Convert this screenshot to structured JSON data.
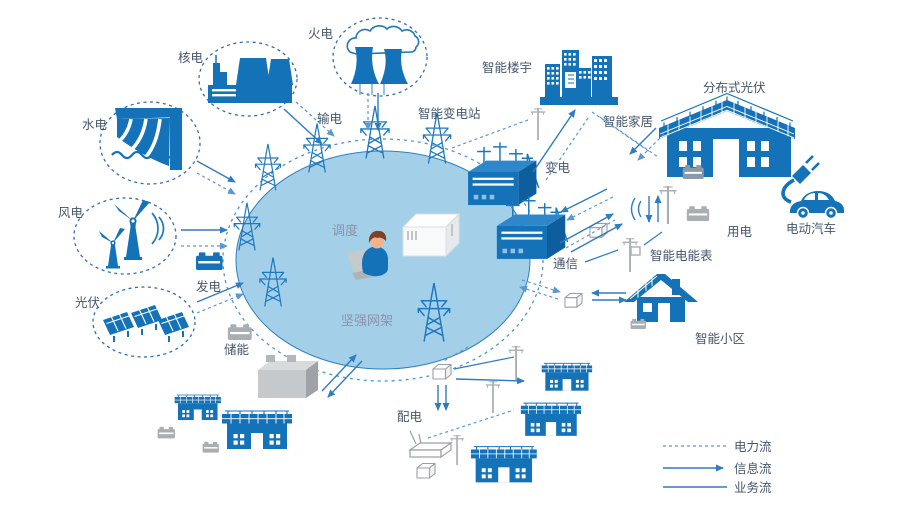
{
  "diagram": {
    "labels": {
      "hydro": "水电",
      "nuclear": "核电",
      "thermal": "火电",
      "wind": "风电",
      "pv": "光伏",
      "generation": "发电",
      "storage": "储能",
      "transmission": "输电",
      "smart_substation": "智能变电站",
      "smart_building": "智能楼宇",
      "smart_home": "智能家居",
      "distributed_pv": "分布式光伏",
      "ev": "电动汽车",
      "power_use": "用电",
      "substation": "变电",
      "communication": "通信",
      "smart_meter": "智能电能表",
      "smart_community": "智能小区",
      "distribution": "配电",
      "dispatch": "调度",
      "strong_grid": "坚强网架"
    },
    "legend": {
      "power_flow": "电力流",
      "info_flow": "信息流",
      "business_flow": "业务流"
    },
    "colors": {
      "primary": "#1472B8",
      "ellipse_fill": "#A3CFE9",
      "gray": "#A9AEB2",
      "label_text": "#45566B",
      "inner_text": "#8E91A8",
      "arrow": "#2E7CC4"
    }
  }
}
